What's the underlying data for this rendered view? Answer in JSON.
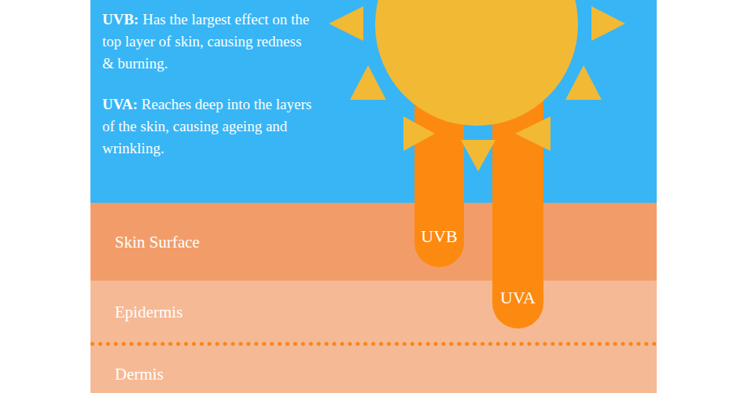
{
  "diagram": {
    "nodes": [
      {
        "text": [
          "UVB"
        ]
      },
      {
        "text": [
          "UVA"
        ]
      },
      {
        "text": [
          "Skin Surface"
        ]
      },
      {
        "text": [
          "Epidermis"
        ]
      },
      {
        "text": [
          "Dermis"
        ]
      }
    ],
    "labels": [
      "UVB:",
      "Has the largest effect on the top layer of skin, causing redness & burning.",
      "UVA:",
      "Reaches deep into the layers of the skin, causing ageing and wrinkling."
    ]
  }
}
